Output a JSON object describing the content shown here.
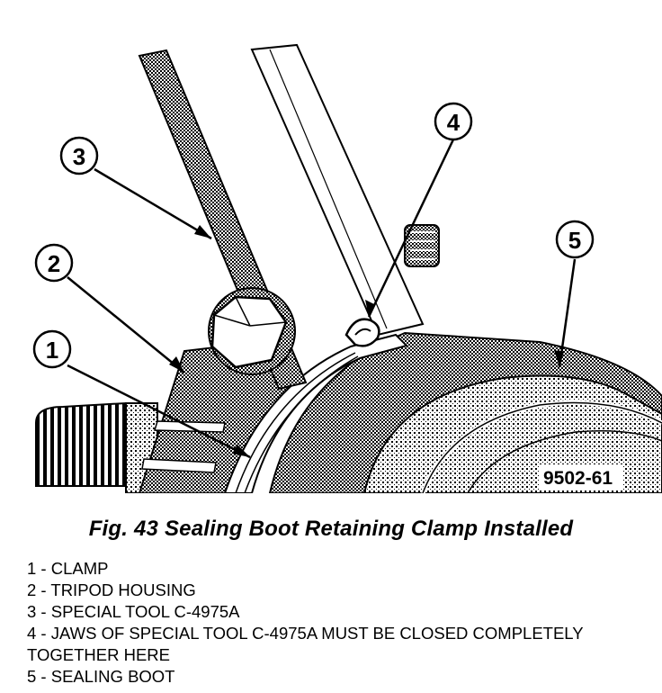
{
  "figure": {
    "code": "9502-61",
    "caption": "Fig. 43 Sealing Boot Retaining Clamp Installed",
    "callouts": [
      "1",
      "2",
      "3",
      "4",
      "5"
    ]
  },
  "legend": [
    "1 - CLAMP",
    "2 - TRIPOD HOUSING",
    "3 - SPECIAL TOOL C-4975A",
    "4 - JAWS OF SPECIAL TOOL C-4975A MUST BE CLOSED COMPLETELY TOGETHER HERE",
    "5 - SEALING BOOT"
  ]
}
